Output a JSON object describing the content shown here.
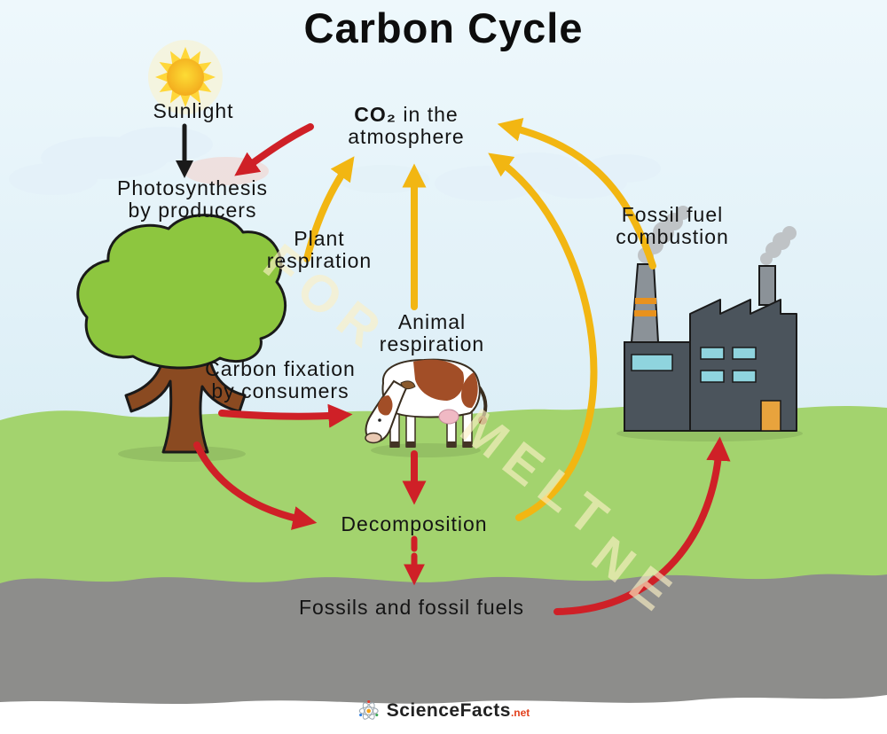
{
  "title": "Carbon Cycle",
  "labels": {
    "sunlight": "Sunlight",
    "co2_bold": "CO₂",
    "co2_rest": " in the",
    "co2_line2": "atmosphere",
    "photosynthesis_line1": "Photosynthesis",
    "photosynthesis_line2": "by producers",
    "plant_respiration_line1": "Plant",
    "plant_respiration_line2": "respiration",
    "animal_respiration_line1": "Animal",
    "animal_respiration_line2": "respiration",
    "carbon_fixation_line1": "Carbon fixation",
    "carbon_fixation_line2": "by consumers",
    "fossil_fuel_line1": "Fossil fuel",
    "fossil_fuel_line2": "combustion",
    "decomposition": "Decomposition",
    "fossils": "Fossils and fossil fuels"
  },
  "watermark": {
    "fragments": [
      "FOR",
      "MELT",
      "NE"
    ]
  },
  "footer": {
    "brand_part1": "Science",
    "brand_part2": "Facts",
    "brand_suffix": ".net"
  },
  "colors": {
    "arrow_red": "#cf2027",
    "arrow_yellow": "#f2b612",
    "arrow_black": "#1a1a1a",
    "sky_top": "#eef8fc",
    "sky_bottom": "#cfe7f2",
    "grass": "#a3d36e",
    "soil": "#8d8d8b",
    "foliage": "#8dc63f",
    "trunk": "#8a4a21",
    "factory": "#4b545c",
    "window_cyan": "#8fd4de",
    "door_orange": "#e8a33d",
    "sun_yellow": "#ffd73a"
  }
}
